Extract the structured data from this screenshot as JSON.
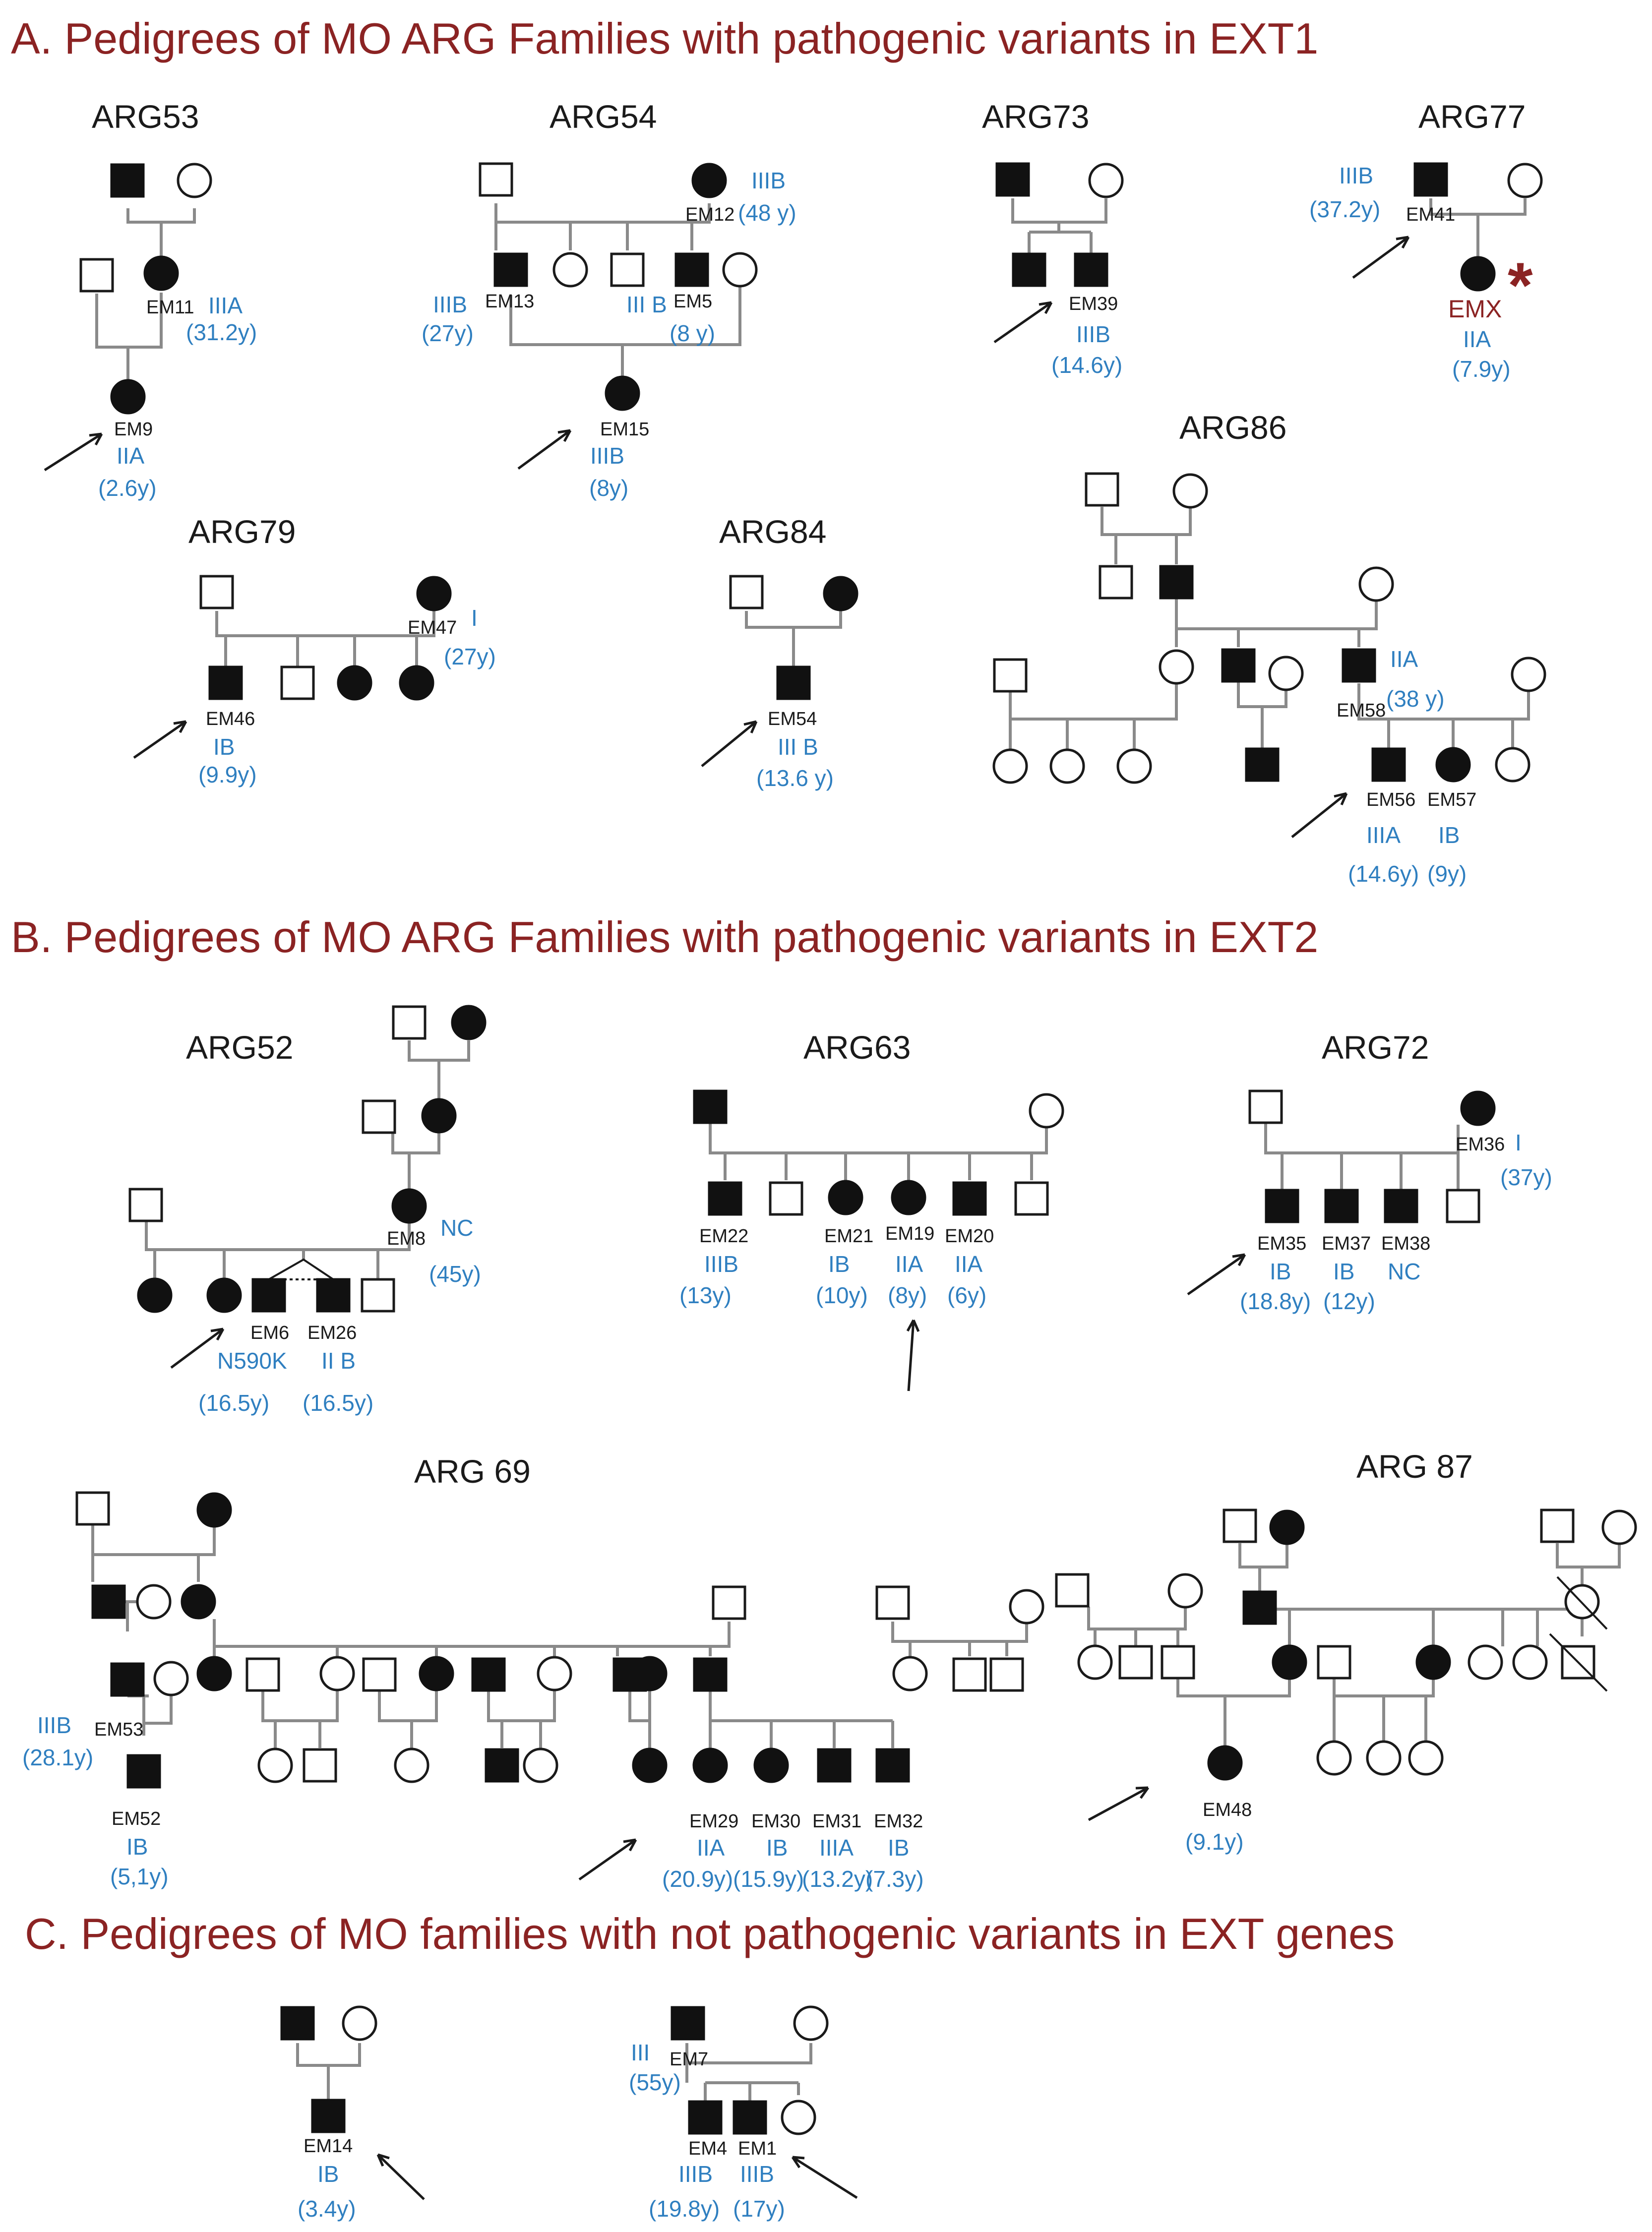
{
  "sections": {
    "a": "A. Pedigrees of MO ARG Families with pathogenic variants in EXT1",
    "b": "B. Pedigrees of MO ARG Families with pathogenic variants in EXT2",
    "c": "C. Pedigrees of MO families with not pathogenic variants in EXT genes"
  },
  "families": {
    "arg53": "ARG53",
    "arg54": "ARG54",
    "arg73": "ARG73",
    "arg77": "ARG77",
    "arg79": "ARG79",
    "arg84": "ARG84",
    "arg86": "ARG86",
    "arg52": "ARG52",
    "arg63": "ARG63",
    "arg72": "ARG72",
    "arg69": "ARG 69",
    "arg87": "ARG 87"
  },
  "arg53": {
    "em11": "EM11",
    "em11_class": "IIIA",
    "em11_age": "(31.2y)",
    "em9": "EM9",
    "em9_class": "IIA",
    "em9_age": "(2.6y)"
  },
  "arg54": {
    "em12": "EM12",
    "em12_class": "IIIB",
    "em12_age": "(48 y)",
    "em13": "EM13",
    "em13_class": "IIIB",
    "em13_age": "(27y)",
    "em5": "EM5",
    "em5_class": "III B",
    "em5_age": "(8 y)",
    "em15": "EM15",
    "em15_class": "IIIB",
    "em15_age": "(8y)"
  },
  "arg73": {
    "em39": "EM39",
    "em39_class": "IIIB",
    "em39_age": "(14.6y)"
  },
  "arg77": {
    "em41": "EM41",
    "em41_class": "IIIB",
    "em41_age": "(37.2y)",
    "emx": "EMX",
    "emx_class": "IIA",
    "emx_age": "(7.9y)",
    "star": "*"
  },
  "arg79": {
    "em47": "EM47",
    "em47_class": "I",
    "em47_age": "(27y)",
    "em46": "EM46",
    "em46_class": "IB",
    "em46_age": "(9.9y)"
  },
  "arg84": {
    "em54": "EM54",
    "em54_class": "III B",
    "em54_age": "(13.6  y)"
  },
  "arg86": {
    "em58": "EM58",
    "em58_class": "IIA",
    "em58_age": "(38 y)",
    "em56": "EM56",
    "em56_class": "IIIA",
    "em56_age": "(14.6y)",
    "em57": "EM57",
    "em57_class": "IB",
    "em57_age": "(9y)"
  },
  "arg52": {
    "em8": "EM8",
    "em8_class": "NC",
    "em8_age": "(45y)",
    "em6": "EM6",
    "em6_class": "N590K",
    "em6_age": "(16.5y)",
    "em26": "EM26",
    "em26_class": "II B",
    "em26_age": "(16.5y)"
  },
  "arg63": {
    "em22": "EM22",
    "em22_class": "IIIB",
    "em22_age": "(13y)",
    "em21": "EM21",
    "em21_class": "IB",
    "em21_age": "(10y)",
    "em19": "EM19",
    "em19_class": "IIA",
    "em19_age": "(8y)",
    "em20": "EM20",
    "em20_class": "IIA",
    "em20_age": "(6y)"
  },
  "arg72": {
    "em36": "EM36",
    "em36_class": "I",
    "em36_age": "(37y)",
    "em35": "EM35",
    "em35_class": "IB",
    "em35_age": "(18.8y)",
    "em37": "EM37",
    "em37_class": "IB",
    "em37_age": "(12y)",
    "em38": "EM38",
    "em38_class": "NC"
  },
  "arg69": {
    "em53": "EM53",
    "em53_class": "IIIB",
    "em53_age": "(28.1y)",
    "em52": "EM52",
    "em52_class": "IB",
    "em52_age": "(5,1y)",
    "em29": "EM29",
    "em29_class": "IIA",
    "em29_age": "(20.9y)",
    "em30": "EM30",
    "em30_class": "IB",
    "em30_age": "(15.9y)",
    "em31": "EM31",
    "em31_class": "IIIA",
    "em31_age": "(13.2y)",
    "em32": "EM32",
    "em32_class": "IB",
    "em32_age": "(7.3y)"
  },
  "arg87": {
    "em48": "EM48",
    "em48_age": "(9.1y)"
  },
  "c_left": {
    "em14": "EM14",
    "em14_class": "IB",
    "em14_age": "(3.4y)"
  },
  "c_right": {
    "em7": "EM7",
    "em7_class": "III",
    "em7_age": "(55y)",
    "em4": "EM4",
    "em4_class": "IIIB",
    "em4_age": "(19.8y)",
    "em1": "EM1",
    "em1_class": "IIIB",
    "em1_age": "(17y)"
  },
  "colors": {
    "title": "#8B2323",
    "classification": "#2f7fc0",
    "affected": "#111111",
    "line": "#8a8a8a"
  }
}
